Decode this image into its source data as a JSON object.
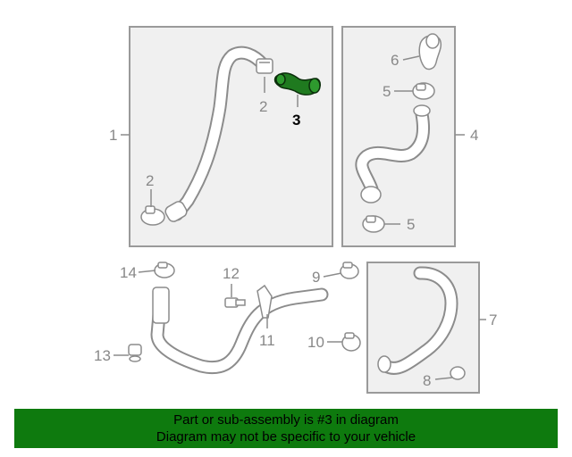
{
  "callouts": {
    "c1": "1",
    "c2a": "2",
    "c2b": "2",
    "c3": "3",
    "c4": "4",
    "c5a": "5",
    "c5b": "5",
    "c6": "6",
    "c7": "7",
    "c8": "8",
    "c9": "9",
    "c10": "10",
    "c11": "11",
    "c12": "12",
    "c13": "13",
    "c14": "14"
  },
  "highlight_color": "#1f7a1f",
  "banner": {
    "color": "#0e7a0e",
    "line1": "Part or sub-assembly is #3 in diagram",
    "line2": "Diagram may not be specific to your vehicle"
  }
}
